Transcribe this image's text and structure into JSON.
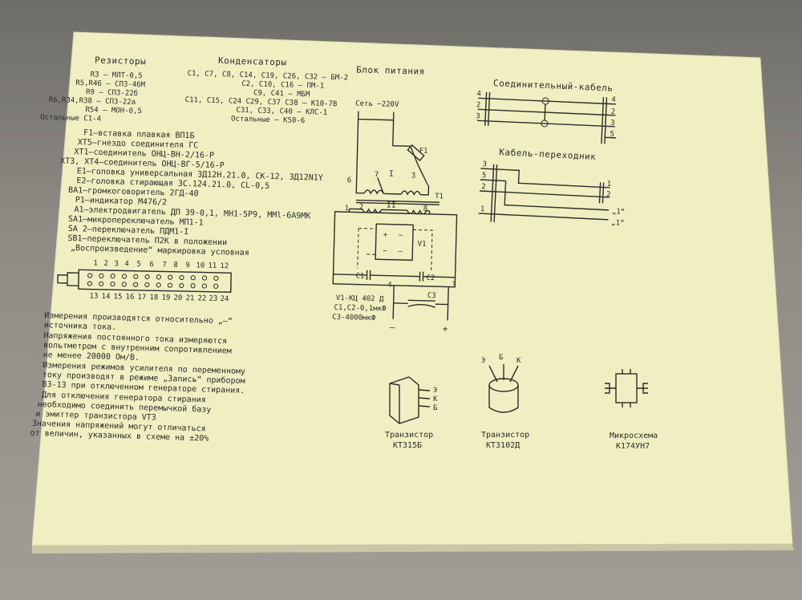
{
  "resistors": {
    "header": "Резисторы",
    "lines": [
      "R3 – МЛТ-0,5",
      "R5,R46 – СП3-4бМ",
      "R9 – СП3-22б",
      "R6,R34,R38 – СП3-22а",
      "R54 – МОН-0,5",
      "Остальные С1-4"
    ]
  },
  "capacitors": {
    "header": "Конденсаторы",
    "lines": [
      "С1, С7, С8, С14, С19, С26, С32 – БМ-2",
      "С2, С10, С16 – ПМ-1",
      "С9, С41 – МБМ",
      "С11, С15, С24 С29, С37 С38 – К10-7В",
      "С31, С33, С40 – КЛС-1",
      "Остальные – К50-6"
    ]
  },
  "components": [
    "F1–вставка плавкая ВП1Б",
    "ХТ5–гнездо соединителя ГС",
    "ХТ1–соединитель ОНЦ-ВН-2/16-Р",
    "ХТ3, ХТ4–соединитель ОНЦ-ВГ-5/16-Р",
    "Е1–головка универсальная 3Д12Н.21.0, СК-12, 3Д12N1Y",
    "Е2–головка стирающая 3С.124.21.0, СL-0,5",
    "ВА1–громкоговоритель 2ГД-40",
    "Р1–индикатор М476/2",
    "А1–электродвигатель ДП 39-0,1, МН1-5Р9, ММl-6А9МК",
    "SА1–микропереключатель МП1-1",
    "SА 2–переключатель ПДМ1-I",
    "SВ1–переключатель П2К в положении",
    "„Воспроизведение“ маркировка условная"
  ],
  "connector": {
    "top_pins": [
      "1",
      "2",
      "3",
      "4",
      "5",
      "6",
      "7",
      "8",
      "9",
      "10",
      "11",
      "12"
    ],
    "bottom_pins": [
      "13",
      "14",
      "15",
      "16",
      "17",
      "18",
      "19",
      "20",
      "21",
      "22",
      "23",
      "24"
    ]
  },
  "notes": [
    "Измерения производятся относительно „–“",
    "источника тока.",
    "Напряжения постоянного тока измеряются",
    "вольтметром с внутренним сопротивлением",
    "не менее 20000 Ом/В.",
    "Измерения режимов усилителя по переменному",
    "току производят в режиме „Запись“ прибором",
    "В3-13 при отключенном генераторе стирания.",
    "Для отключения генератора стирания",
    "необходимо соединить перемычкой базу",
    "и эмиттер транзистора VT3",
    "Значения напряжений могут отличаться",
    "от величин, указанных в схеме на ±20%"
  ],
  "power_supply": {
    "title": "Блок питания",
    "mains": "Сеть ~220V",
    "fuse": "F1",
    "transformer": "T1",
    "winding_1": "I",
    "winding_2": "II",
    "pins": [
      "6",
      "7",
      "3",
      "1",
      "2",
      "8",
      "4",
      "3"
    ],
    "bridge": "V1",
    "cap1": "C1",
    "cap2": "C2",
    "cap3": "C3",
    "legend": [
      "V1-КЦ 402 Д",
      "С1,С2-0,1мкФ",
      "С3-4000мкФ"
    ],
    "minus": "–",
    "plus": "+",
    "bridge_plus": "+",
    "bridge_minus": "–",
    "bridge_ac": "~"
  },
  "cable1": {
    "title": "Соединительный-кабель",
    "left_pins": [
      "4",
      "2",
      "3"
    ],
    "right_pins": [
      "4",
      "2",
      "3",
      "5"
    ]
  },
  "cable2": {
    "title": "Кабель-переходник",
    "left_pins": [
      "3",
      "5",
      "2",
      "1"
    ],
    "right_pins": [
      "1",
      "2"
    ],
    "outputs": [
      "„1“",
      "„1“"
    ]
  },
  "parts": [
    {
      "name": "Транзистор",
      "type": "КТ315Б",
      "leads": [
        "Э",
        "К",
        "Б"
      ]
    },
    {
      "name": "Транзистор",
      "type": "КТ3102Д",
      "leads": [
        "Э",
        "Б",
        "К"
      ]
    },
    {
      "name": "Микросхема",
      "type": "К174УН7"
    }
  ]
}
